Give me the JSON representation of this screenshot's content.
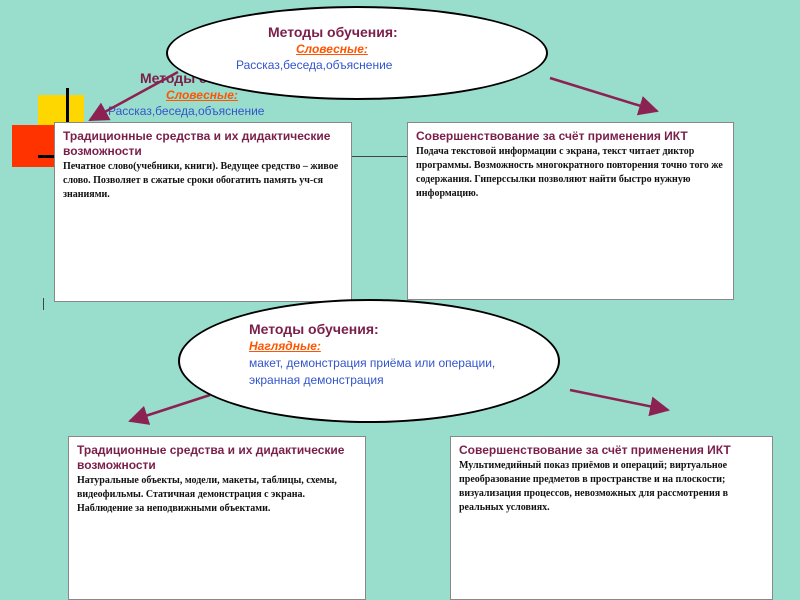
{
  "top_ellipse": {
    "title": "Методы обучения:",
    "category": "Словесные:",
    "methods": "Рассказ,беседа,объяснение"
  },
  "ghost_ellipse": {
    "title": "Методы с",
    "category": "Словесные:",
    "methods": "Рассказ,беседа,объяснение"
  },
  "box_top_left": {
    "title": "Традиционные средства и их дидактические возможности",
    "body": "Печатное слово(учебники, книги). Ведущее средство – живое слово. Позволяет в сжатые сроки обогатить память уч-ся знаниями."
  },
  "box_top_right": {
    "title": "Совершенствование за счёт применения ИКТ",
    "body": "Подача текстовой информации с экрана, текст читает диктор программы. Возможность многократного повторения точно того же содержания. Гиперссылки позволяют найти быстро нужную информацию."
  },
  "middle_ellipse": {
    "title": "Методы обучения:",
    "category": "Наглядные:",
    "methods": "макет, демонстрация приёма или операции, экранная демонстрация"
  },
  "box_bottom_left": {
    "title": "Традиционные средства и их дидактические возможности",
    "body": "Натуральные объекты, модели, макеты, таблицы, схемы, видеофильмы. Статичная демонстрация с экрана. Наблюдение за неподвижными объектами."
  },
  "box_bottom_right": {
    "title": "Совершенствование за счёт применения ИКТ",
    "body": "Мультимедийный показ приёмов и операций; виртуальное преобразование предметов в пространстве и на плоскости; визуализация процессов, невозможных для рассмотрения в реальных условиях."
  },
  "colors": {
    "background": "#99ddcc",
    "title": "#7a1f4a",
    "category": "#ff5500",
    "methods": "#3355cc",
    "arrow": "#8b2252"
  }
}
